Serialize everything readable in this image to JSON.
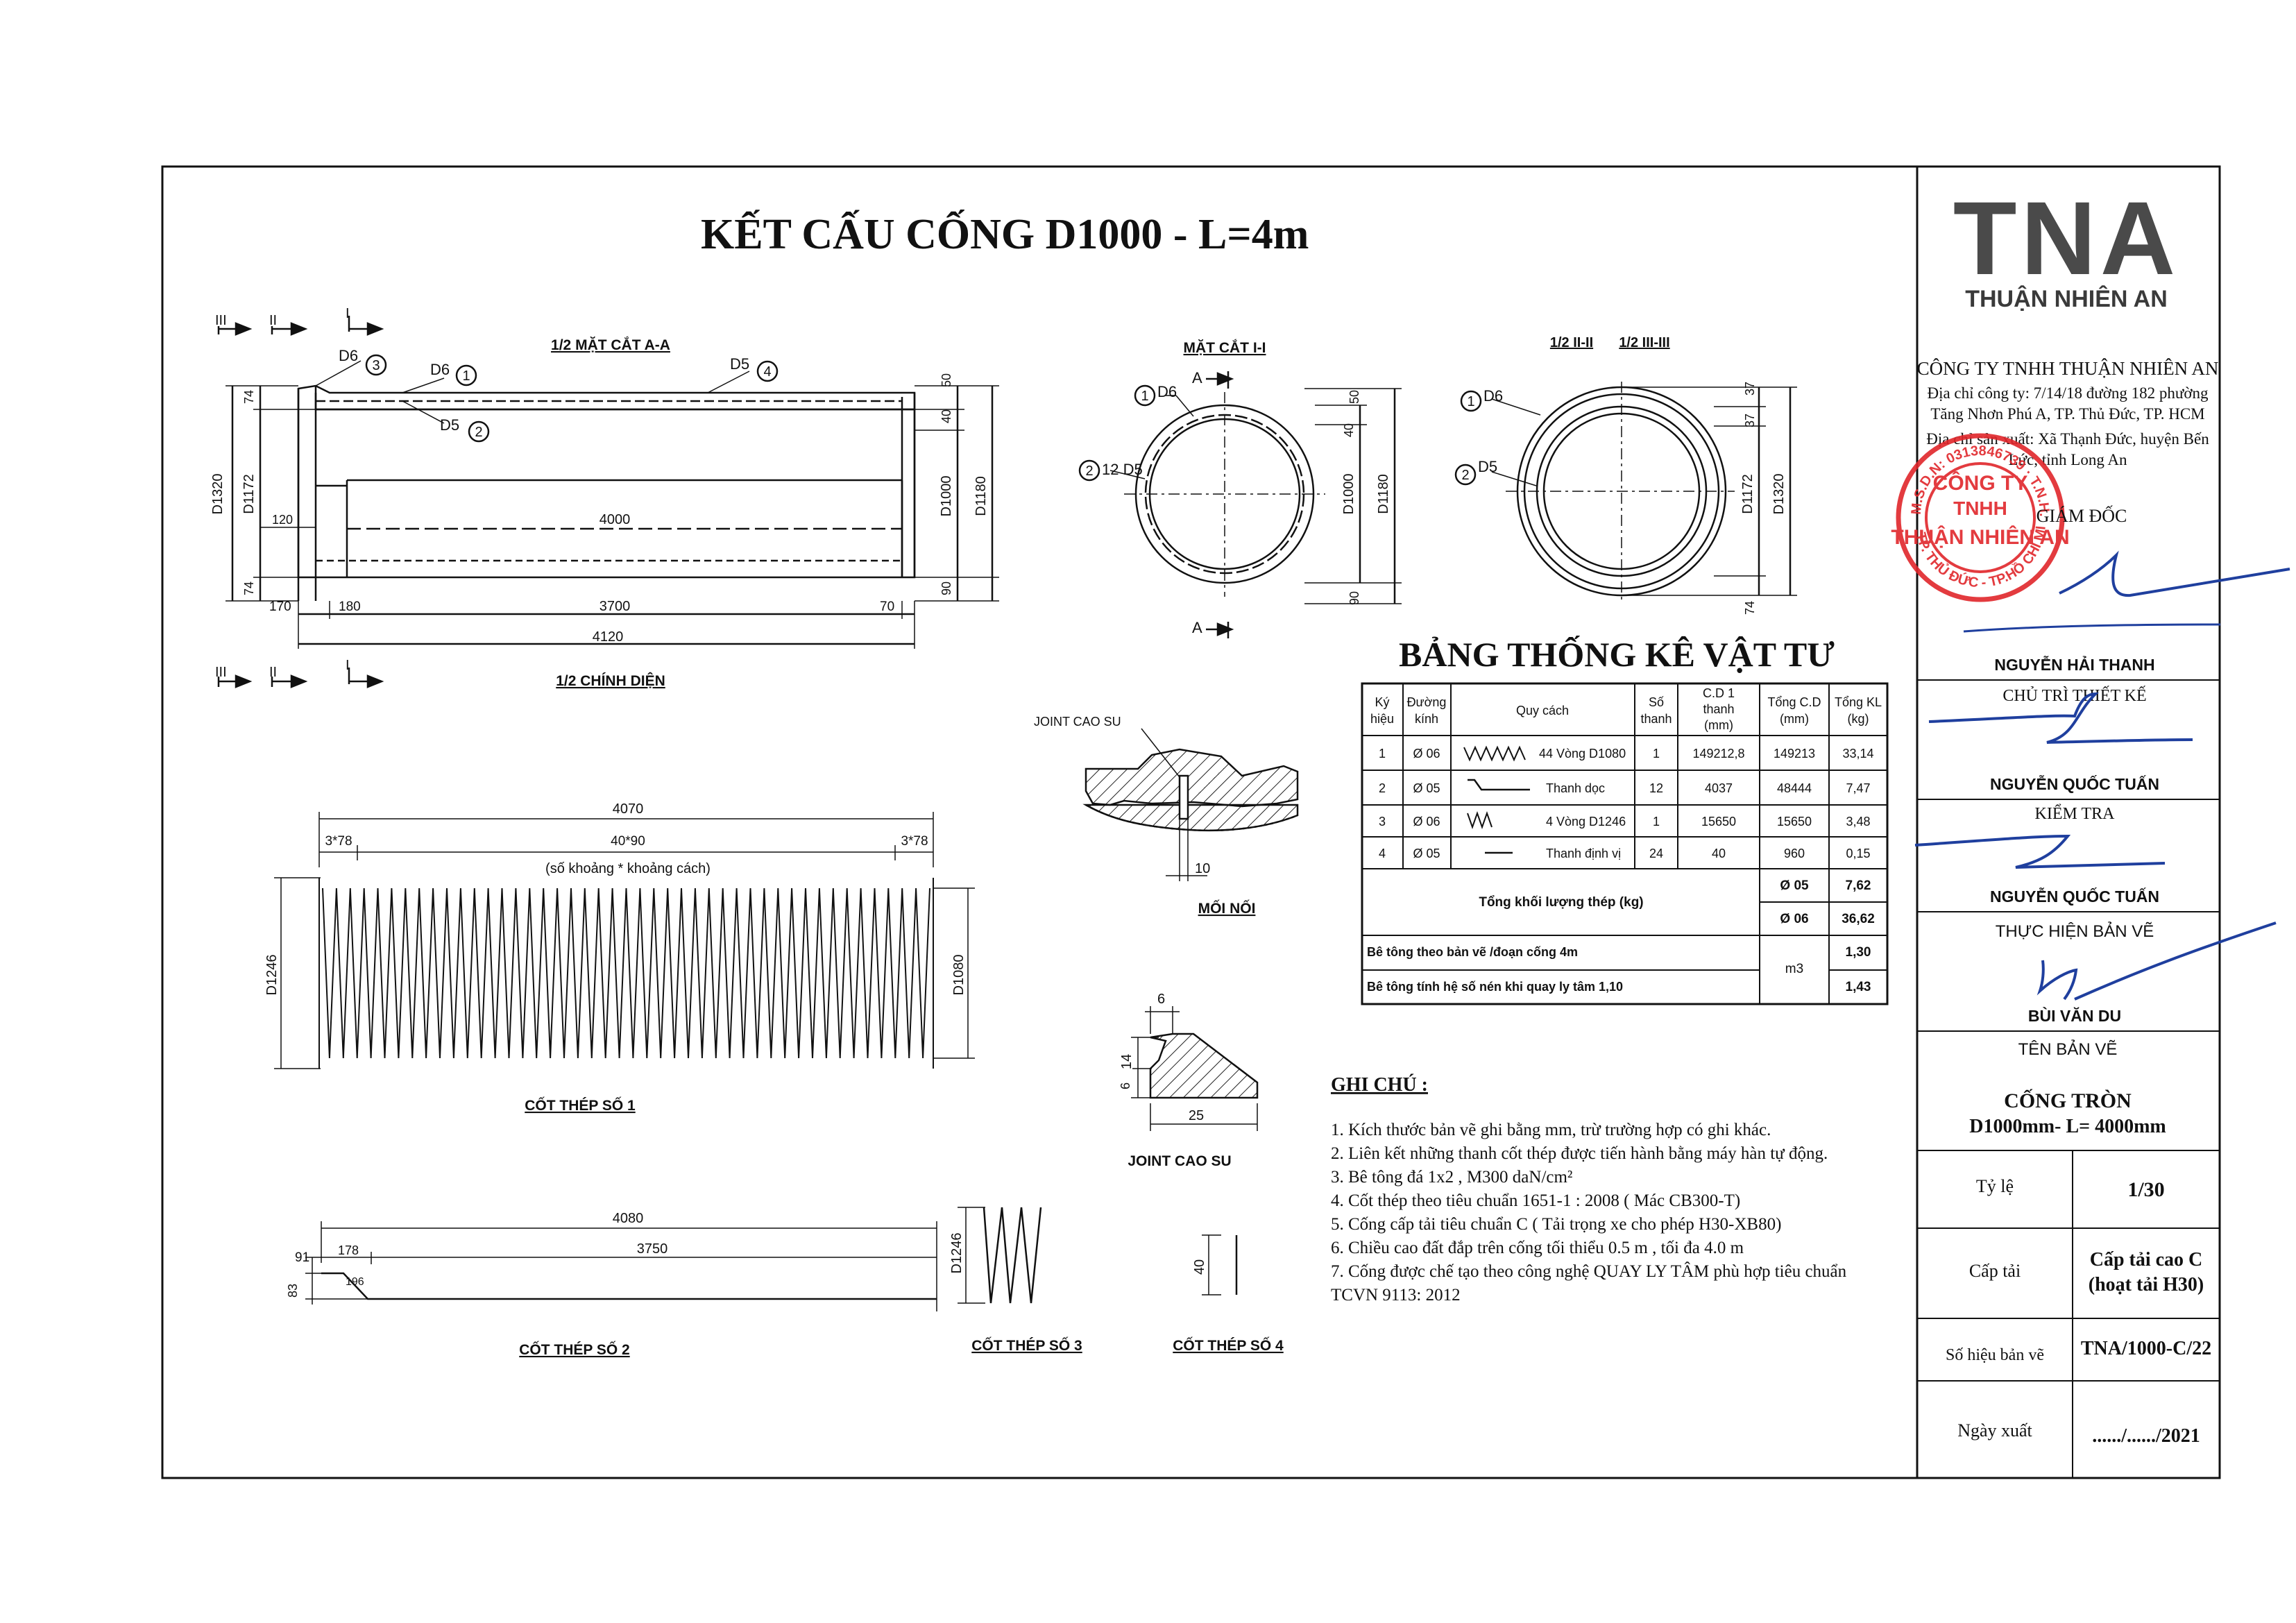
{
  "title": "KẾT CẤU CỐNG D1000 - L=4m",
  "logo": {
    "letters": "TNA",
    "name": "THUẬN NHIÊN AN"
  },
  "company": {
    "name": "CÔNG TY TNHH THUẬN NHIÊN AN",
    "addr1": "Địa chỉ công ty: 7/14/18 đường 182 phường",
    "addr2": "Tăng Nhơn Phú A, TP. Thủ Đức, TP. HCM",
    "addr3": "Địa chỉ sản xuất: Xã Thạnh Đức, huyện Bến",
    "addr4": "Lức, tỉnh Long An"
  },
  "stamp": {
    "line1": "CÔNG TY",
    "line2": "TNHH",
    "line3": "THUẬN NHIÊN AN",
    "ring_text": "M.S.D.N: 0313846739 · T.N.H.H · TP. THỦ ĐỨC - TP.HỒ CHÍ MINH"
  },
  "roles": [
    {
      "role": "GIÁM ĐỐC",
      "person": "NGUYỄN HẢI THANH"
    },
    {
      "role": "CHỦ TRÌ THIẾT KẾ",
      "person": "NGUYỄN QUỐC TUẤN"
    },
    {
      "role": "KIỂM TRA",
      "person": "NGUYỄN QUỐC TUẤN"
    },
    {
      "role": "THỰC HIỆN BẢN VẼ",
      "person": "BÙI VĂN DU"
    }
  ],
  "drawing_name": {
    "label": "TÊN BẢN VẼ",
    "line1": "CỐNG TRÒN",
    "line2": "D1000mm- L= 4000mm"
  },
  "info": [
    {
      "label": "Tỷ lệ",
      "value": "1/30"
    },
    {
      "label": "Cấp tải",
      "value": "Cấp tải cao C",
      "value2": "(hoạt tải H30)"
    },
    {
      "label": "Số hiệu bản vẽ",
      "value": "TNA/1000-C/22"
    },
    {
      "label": "Ngày xuất",
      "value": "....../....../2021"
    }
  ],
  "views": {
    "half_section_aa": "1/2 MẶT CẮT A-A",
    "half_front": "1/2 CHÍNH DIỆN",
    "section_ii": "MẶT CẮT I-I",
    "half_ii": "1/2 II-II",
    "half_iii": "1/2 III-III",
    "joint_label": "JOINT CAO SU",
    "joint_title": "MỐI NỐI",
    "joint_detail_title": "JOINT CAO SU",
    "rebar1_title": "CỐT THÉP SỐ 1",
    "rebar2_title": "CỐT THÉP SỐ 2",
    "rebar3_title": "CỐT THÉP SỐ 3",
    "rebar4_title": "CỐT THÉP SỐ 4",
    "spacing_note": "(số khoảng * khoảng cách)"
  },
  "markers": {
    "sec3": "III",
    "sec2": "II",
    "sec1": "I",
    "secA": "A"
  },
  "callouts": {
    "d6": "D6",
    "d5": "D5",
    "d12": "12 D5",
    "n1": "1",
    "n2": "2",
    "n3": "3",
    "n4": "4"
  },
  "dims": {
    "d1320": "D1320",
    "d1172": "D1172",
    "d1000": "D1000",
    "d1180": "D1180",
    "d1246": "D1246",
    "d1080": "D1080",
    "v74": "74",
    "v120": "120",
    "v50": "50",
    "v40": "40",
    "v90": "90",
    "v37": "37",
    "h4000": "4000",
    "h170": "170",
    "h180": "180",
    "h3700": "3700",
    "h70": "70",
    "h4120": "4120",
    "h4070": "4070",
    "h378": "3*78",
    "h4090": "40*90",
    "h4080": "4080",
    "h3750": "3750",
    "v91": "91",
    "h178": "178",
    "h196": "196",
    "v83": "83",
    "j10": "10",
    "j6a": "6",
    "j14": "14",
    "j6b": "6",
    "j25": "25",
    "r40": "40"
  },
  "table": {
    "title": "BẢNG THỐNG KÊ VẬT TƯ",
    "headers": [
      "Ký hiệu",
      "Đường kính",
      "Quy cách",
      "Số thanh",
      "C.D 1 thanh (mm)",
      "Tổng C.D (mm)",
      "Tổng KL (kg)"
    ],
    "rows": [
      [
        "1",
        "Ø 06",
        "44 Vòng D1080",
        "1",
        "149212,8",
        "149213",
        "33,14"
      ],
      [
        "2",
        "Ø 05",
        "Thanh dọc",
        "12",
        "4037",
        "48444",
        "7,47"
      ],
      [
        "3",
        "Ø 06",
        "4 Vòng D1246",
        "1",
        "15650",
        "15650",
        "3,48"
      ],
      [
        "4",
        "Ø 05",
        "Thanh định vị",
        "24",
        "40",
        "960",
        "0,15"
      ]
    ],
    "steel_total_label": "Tổng khối lượng thép (kg)",
    "steel_totals": [
      [
        "Ø 05",
        "7,62"
      ],
      [
        "Ø 06",
        "36,62"
      ]
    ],
    "concrete": [
      [
        "Bê tông theo bản vẽ /đoạn cống 4m",
        "1,30"
      ],
      [
        "Bê tông tính hệ số nén khi quay ly tâm 1,10",
        "1,43"
      ]
    ],
    "concrete_unit": "m3"
  },
  "notes": {
    "title": "GHI CHÚ :",
    "items": [
      "1.  Kích thước bản vẽ ghi bằng mm, trừ trường hợp có ghi khác.",
      "2. Liên  kết những thanh cốt thép được tiến hành bằng máy hàn tự động.",
      "3. Bê tông đá 1x2 , M300 daN/cm²",
      "4. Cốt thép theo tiêu chuẩn 1651-1 : 2008 ( Mác CB300-T)",
      "5. Cống cấp tải tiêu chuẩn C ( Tải trọng xe cho phép H30-XB80)",
      "6. Chiều cao đất đắp trên cống tối thiểu 0.5 m , tối đa 4.0 m",
      "7. Cống được chế tạo theo công nghệ QUAY LY TÂM phù hợp tiêu chuẩn",
      "TCVN 9113: 2012"
    ]
  },
  "colors": {
    "ink": "#111111",
    "stamp_red": "#e0262b",
    "signature_blue": "#1f3f9e",
    "logo_gray": "#4a4a4a"
  }
}
